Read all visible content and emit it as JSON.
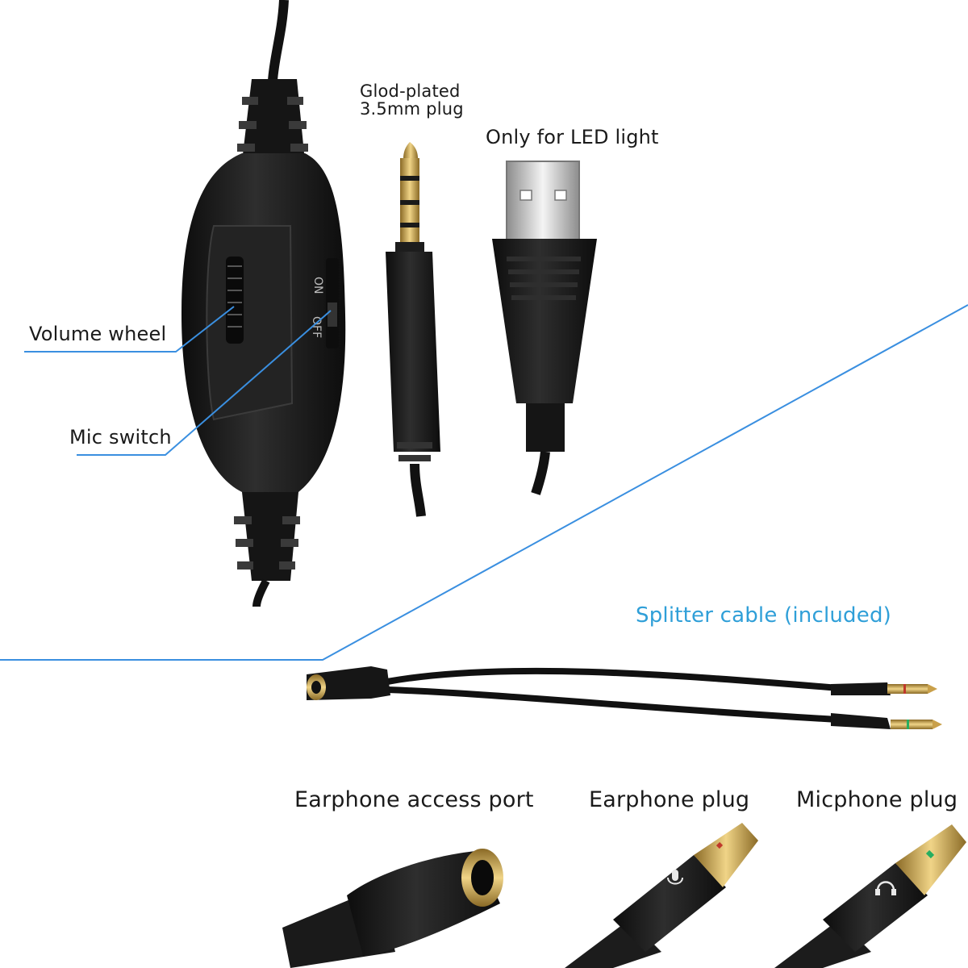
{
  "labels": {
    "plug_35mm": [
      "Glod-plated",
      "3.5mm plug"
    ],
    "usb": "Only for LED light",
    "volume_wheel": "Volume wheel",
    "mic_switch": "Mic switch",
    "switch_on": "ON",
    "switch_off": "OFF",
    "splitter": "Splitter cable (included)",
    "earphone_port": "Earphone access port",
    "earphone_plug": "Earphone plug",
    "mic_plug": "Micphone plug"
  },
  "colors": {
    "callout_line": "#3a8fe0",
    "splitter_text": "#2f9fd8",
    "gold": "#c9a04a",
    "body_black": "#1b1b1b"
  },
  "icons": [
    "microphone-icon",
    "headphone-icon"
  ]
}
